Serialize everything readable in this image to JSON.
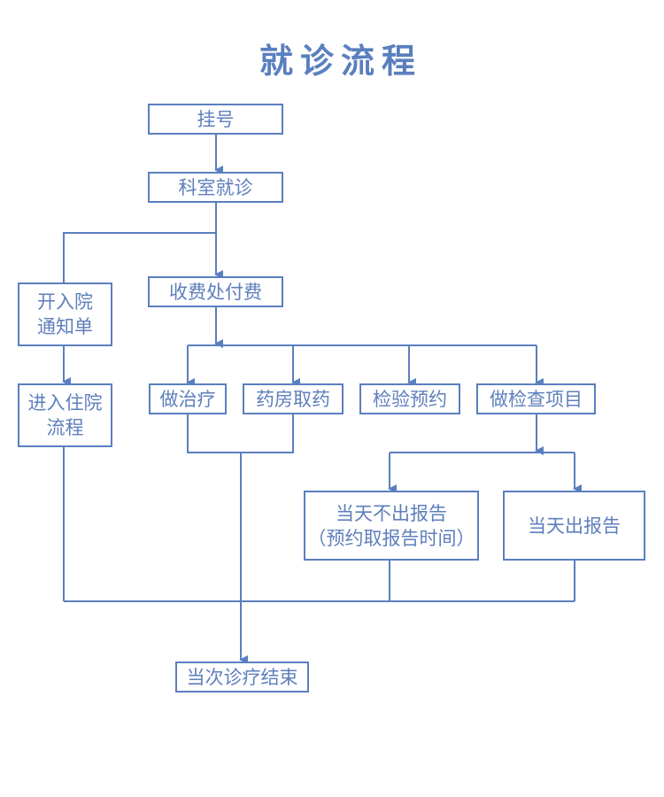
{
  "title": "就诊流程",
  "colors": {
    "primary": "#5a7fbf",
    "background": "#ffffff"
  },
  "nodes": {
    "register": "挂号",
    "department_visit": "科室就诊",
    "admission_notice_line1": "开入院",
    "admission_notice_line2": "通知单",
    "hospitalization_line1": "进入住院",
    "hospitalization_line2": "流程",
    "payment": "收费处付费",
    "treatment": "做治疗",
    "pharmacy": "药房取药",
    "test_appointment": "检验预约",
    "exam_items": "做检查项目",
    "report_later_line1": "当天不出报告",
    "report_later_line2": "（预约取报告时间）",
    "report_same_day": "当天出报告",
    "visit_end": "当次诊疗结束"
  }
}
